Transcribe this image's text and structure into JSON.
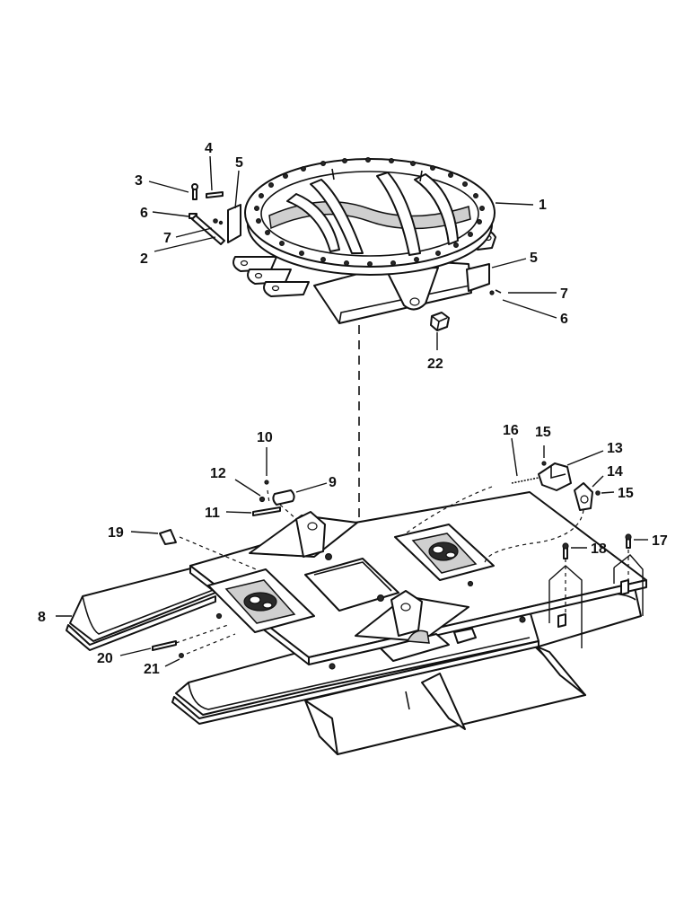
{
  "diagram": {
    "callouts": [
      {
        "id": "c1",
        "label": "1"
      },
      {
        "id": "c2",
        "label": "2"
      },
      {
        "id": "c3",
        "label": "3"
      },
      {
        "id": "c4",
        "label": "4"
      },
      {
        "id": "c5a",
        "label": "5"
      },
      {
        "id": "c5b",
        "label": "5"
      },
      {
        "id": "c6a",
        "label": "6"
      },
      {
        "id": "c6b",
        "label": "6"
      },
      {
        "id": "c7a",
        "label": "7"
      },
      {
        "id": "c7b",
        "label": "7"
      },
      {
        "id": "c8",
        "label": "8"
      },
      {
        "id": "c9",
        "label": "9"
      },
      {
        "id": "c10",
        "label": "10"
      },
      {
        "id": "c11",
        "label": "11"
      },
      {
        "id": "c12",
        "label": "12"
      },
      {
        "id": "c13",
        "label": "13"
      },
      {
        "id": "c14",
        "label": "14"
      },
      {
        "id": "c15a",
        "label": "15"
      },
      {
        "id": "c15b",
        "label": "15"
      },
      {
        "id": "c16",
        "label": "16"
      },
      {
        "id": "c17",
        "label": "17"
      },
      {
        "id": "c18",
        "label": "18"
      },
      {
        "id": "c19",
        "label": "19"
      },
      {
        "id": "c20",
        "label": "20"
      },
      {
        "id": "c21",
        "label": "21"
      },
      {
        "id": "c22",
        "label": "22"
      }
    ]
  }
}
